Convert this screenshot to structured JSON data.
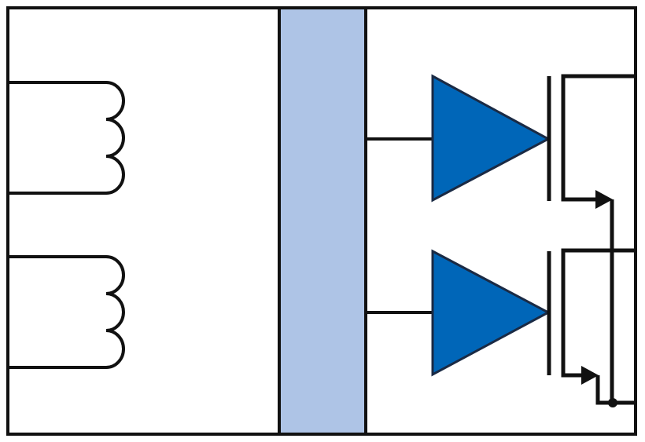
{
  "colors": {
    "line": "#111111",
    "isolation_barrier": "#aec4e6",
    "driver_fill": "#0066b8",
    "driver_stroke": "#1a2a44"
  },
  "components": {
    "transformers": 2,
    "drivers": 2,
    "transistors": 2
  }
}
